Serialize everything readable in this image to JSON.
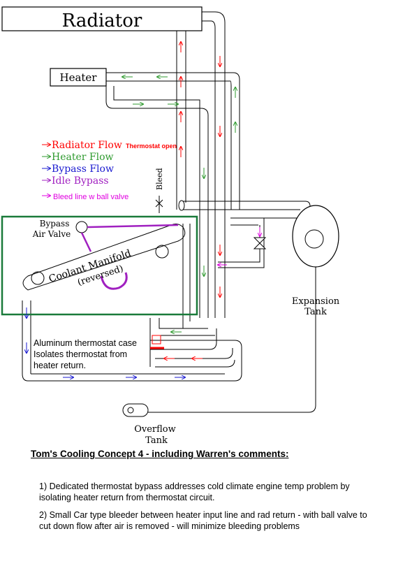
{
  "labels": {
    "radiator": "Radiator",
    "heater": "Heater",
    "bleed": "Bleed",
    "bypass_air_valve_line1": "Bypass",
    "bypass_air_valve_line2": "Air Valve",
    "manifold_line1": "Coolant Manifold",
    "manifold_line2": "(reversed)",
    "expansion_line1": "Expansion",
    "expansion_line2": "Tank",
    "overflow_line1": "Overflow",
    "overflow_line2": "Tank",
    "thermostat_open": "Thermostat open"
  },
  "legend": [
    {
      "text": "Radiator Flow",
      "color": "#ff0000"
    },
    {
      "text": "Heater Flow",
      "color": "#2e9a2e"
    },
    {
      "text": "Bypass Flow",
      "color": "#1a1ad0"
    },
    {
      "text": "Idle Bypass",
      "color": "#a020c0"
    },
    {
      "text": "Bleed line w ball valve",
      "color": "#e000e0"
    }
  ],
  "thermostat_note": [
    "Aluminum thermostat case",
    "Isolates thermostat from",
    "heater return."
  ],
  "title": "Tom's Cooling Concept 4 - including Warren's comments:",
  "comments": [
    "1) Dedicated thermostat bypass addresses cold climate engine temp problem by isolating heater return from thermostat circuit.",
    "2) Small Car type bleeder between heater input line and rad return - with ball valve to cut down flow after air is removed - will minimize bleeding problems"
  ],
  "colors": {
    "radiator_flow": "#ff0000",
    "heater_flow": "#2e9a2e",
    "bypass_flow": "#1a1ad0",
    "idle_bypass": "#a020c0",
    "bleed": "#e000e0",
    "engine_outline": "#1a7a3a"
  }
}
